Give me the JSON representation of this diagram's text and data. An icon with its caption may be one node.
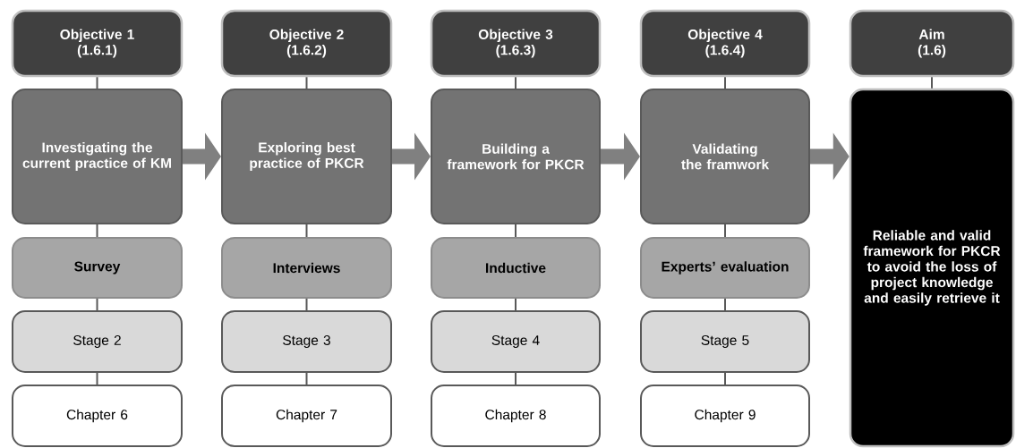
{
  "diagram": {
    "nodes": [
      {
        "text": [
          "Objective 1",
          "(1.6.1)"
        ]
      },
      {
        "text": [
          "Investigating the current practice of KM"
        ]
      },
      {
        "text": [
          "Survey"
        ]
      },
      {
        "text": [
          "Stage 2"
        ]
      },
      {
        "text": [
          "Chapter 6"
        ]
      },
      {
        "text": [
          "Objective 2",
          "(1.6.2)"
        ]
      },
      {
        "text": [
          "Exploring best practice of PKCR"
        ]
      },
      {
        "text": [
          "Interviews"
        ]
      },
      {
        "text": [
          "Stage 3"
        ]
      },
      {
        "text": [
          "Chapter 7"
        ]
      },
      {
        "text": [
          "Objective 3",
          "(1.6.3)"
        ]
      },
      {
        "text": [
          "Building a framework for PKCR"
        ]
      },
      {
        "text": [
          "Inductive"
        ]
      },
      {
        "text": [
          "Stage 4"
        ]
      },
      {
        "text": [
          "Chapter 8"
        ]
      },
      {
        "text": [
          "Objective 4",
          "(1.6.4)"
        ]
      },
      {
        "text": [
          "Validating the framwork"
        ]
      },
      {
        "text": [
          "Experts’ evaluation"
        ]
      },
      {
        "text": [
          "Stage 5"
        ]
      },
      {
        "text": [
          "Chapter 9"
        ]
      },
      {
        "text": [
          "Aim",
          "(1.6)"
        ]
      },
      {
        "text": [
          "Reliable and valid framework for PKCR to avoid the loss of project knowledge and easily retrieve it"
        ]
      }
    ],
    "edges": [
      {
        "from": 0,
        "to": 1,
        "arrow": "none"
      },
      {
        "from": 1,
        "to": 2,
        "arrow": "none"
      },
      {
        "from": 2,
        "to": 3,
        "arrow": "none"
      },
      {
        "from": 3,
        "to": 4,
        "arrow": "none"
      },
      {
        "from": 5,
        "to": 6,
        "arrow": "none"
      },
      {
        "from": 6,
        "to": 7,
        "arrow": "none"
      },
      {
        "from": 7,
        "to": 8,
        "arrow": "none"
      },
      {
        "from": 8,
        "to": 9,
        "arrow": "none"
      },
      {
        "from": 10,
        "to": 11,
        "arrow": "none"
      },
      {
        "from": 11,
        "to": 12,
        "arrow": "none"
      },
      {
        "from": 12,
        "to": 13,
        "arrow": "none"
      },
      {
        "from": 13,
        "to": 14,
        "arrow": "none"
      },
      {
        "from": 15,
        "to": 16,
        "arrow": "none"
      },
      {
        "from": 16,
        "to": 17,
        "arrow": "none"
      },
      {
        "from": 17,
        "to": 18,
        "arrow": "none"
      },
      {
        "from": 18,
        "to": 19,
        "arrow": "none"
      },
      {
        "from": 20,
        "to": 21,
        "arrow": "none"
      },
      {
        "from": 1,
        "to": 6,
        "arrow": "to",
        "style": "thick",
        "color": "#808080"
      },
      {
        "from": 6,
        "to": 11,
        "arrow": "to",
        "style": "thick",
        "color": "#808080"
      },
      {
        "from": 11,
        "to": 16,
        "arrow": "to",
        "style": "thick",
        "color": "#808080"
      },
      {
        "from": 16,
        "to": 21,
        "arrow": "to",
        "style": "thick",
        "color": "#808080"
      }
    ]
  }
}
